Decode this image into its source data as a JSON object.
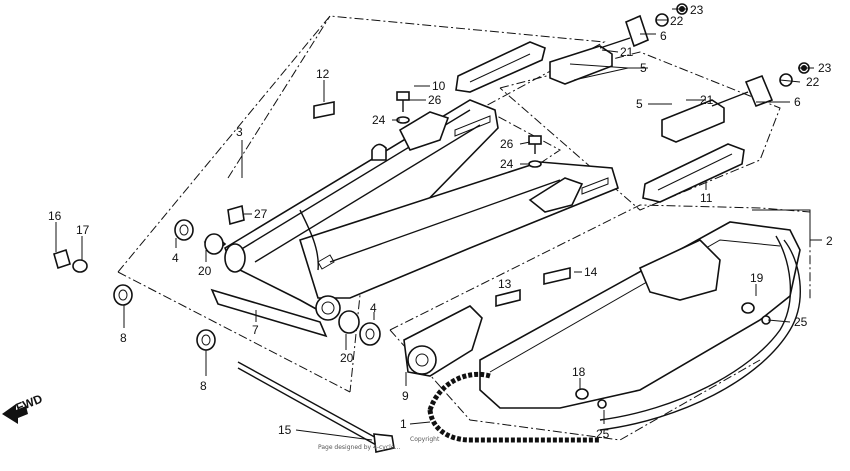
{
  "diagram": {
    "callouts": [
      {
        "id": "c1",
        "text": "1"
      },
      {
        "id": "c2",
        "text": "2"
      },
      {
        "id": "c3",
        "text": "3"
      },
      {
        "id": "c4a",
        "text": "4"
      },
      {
        "id": "c4b",
        "text": "4"
      },
      {
        "id": "c5a",
        "text": "5"
      },
      {
        "id": "c5b",
        "text": "5"
      },
      {
        "id": "c6a",
        "text": "6"
      },
      {
        "id": "c6b",
        "text": "6"
      },
      {
        "id": "c7",
        "text": "7"
      },
      {
        "id": "c8a",
        "text": "8"
      },
      {
        "id": "c8b",
        "text": "8"
      },
      {
        "id": "c9",
        "text": "9"
      },
      {
        "id": "c10",
        "text": "10"
      },
      {
        "id": "c11",
        "text": "11"
      },
      {
        "id": "c12",
        "text": "12"
      },
      {
        "id": "c13",
        "text": "13"
      },
      {
        "id": "c14",
        "text": "14"
      },
      {
        "id": "c15",
        "text": "15"
      },
      {
        "id": "c16",
        "text": "16"
      },
      {
        "id": "c17",
        "text": "17"
      },
      {
        "id": "c18",
        "text": "18"
      },
      {
        "id": "c19",
        "text": "19"
      },
      {
        "id": "c20a",
        "text": "20"
      },
      {
        "id": "c20b",
        "text": "20"
      },
      {
        "id": "c21a",
        "text": "21"
      },
      {
        "id": "c21b",
        "text": "21"
      },
      {
        "id": "c22a",
        "text": "22"
      },
      {
        "id": "c22b",
        "text": "22"
      },
      {
        "id": "c23a",
        "text": "23"
      },
      {
        "id": "c23b",
        "text": "23"
      },
      {
        "id": "c24a",
        "text": "24"
      },
      {
        "id": "c24b",
        "text": "24"
      },
      {
        "id": "c25a",
        "text": "25"
      },
      {
        "id": "c25b",
        "text": "25"
      },
      {
        "id": "c26a",
        "text": "26"
      },
      {
        "id": "c26b",
        "text": "26"
      },
      {
        "id": "c27",
        "text": "27"
      }
    ],
    "direction_label": "FWD",
    "footer_line1": "Copyright",
    "footer_line2": "Page designed by 4-cycle..."
  }
}
